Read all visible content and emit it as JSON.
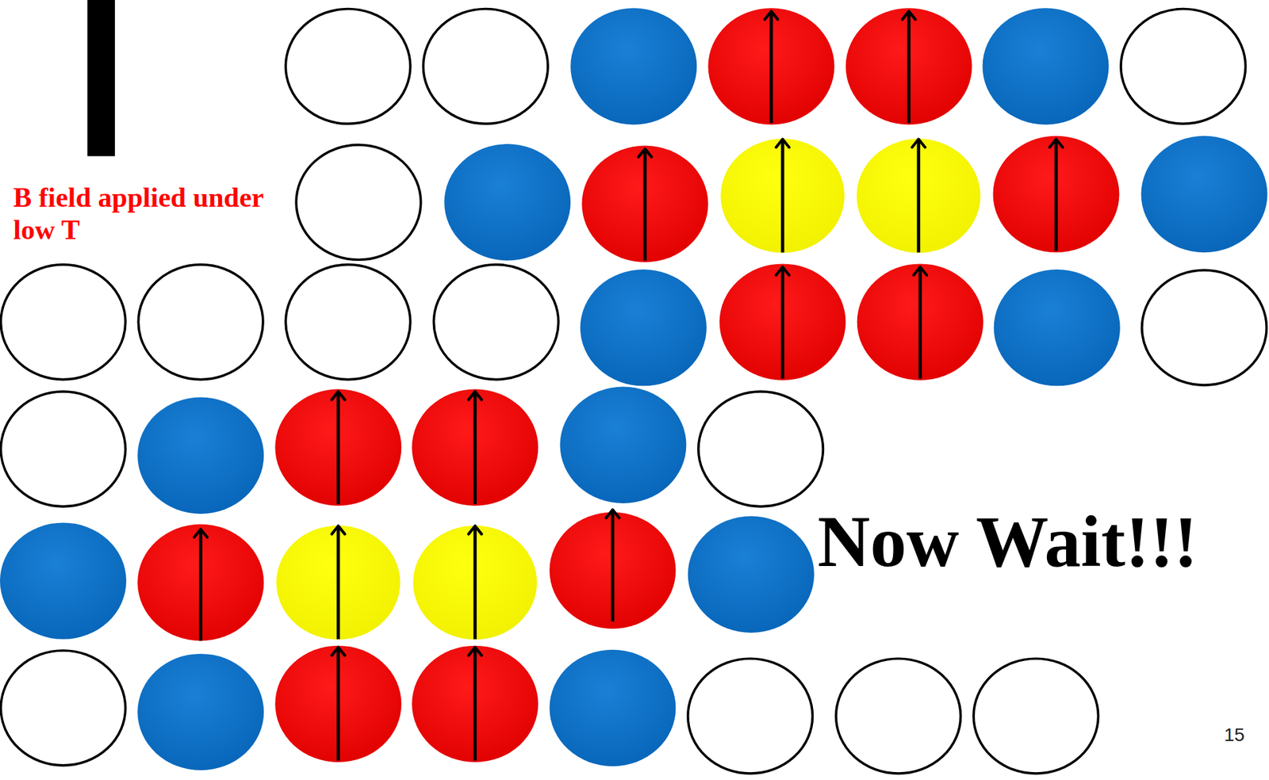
{
  "diagram": {
    "labels": [
      "B field applied under low T",
      "Now Wait!!!",
      "15"
    ]
  }
}
